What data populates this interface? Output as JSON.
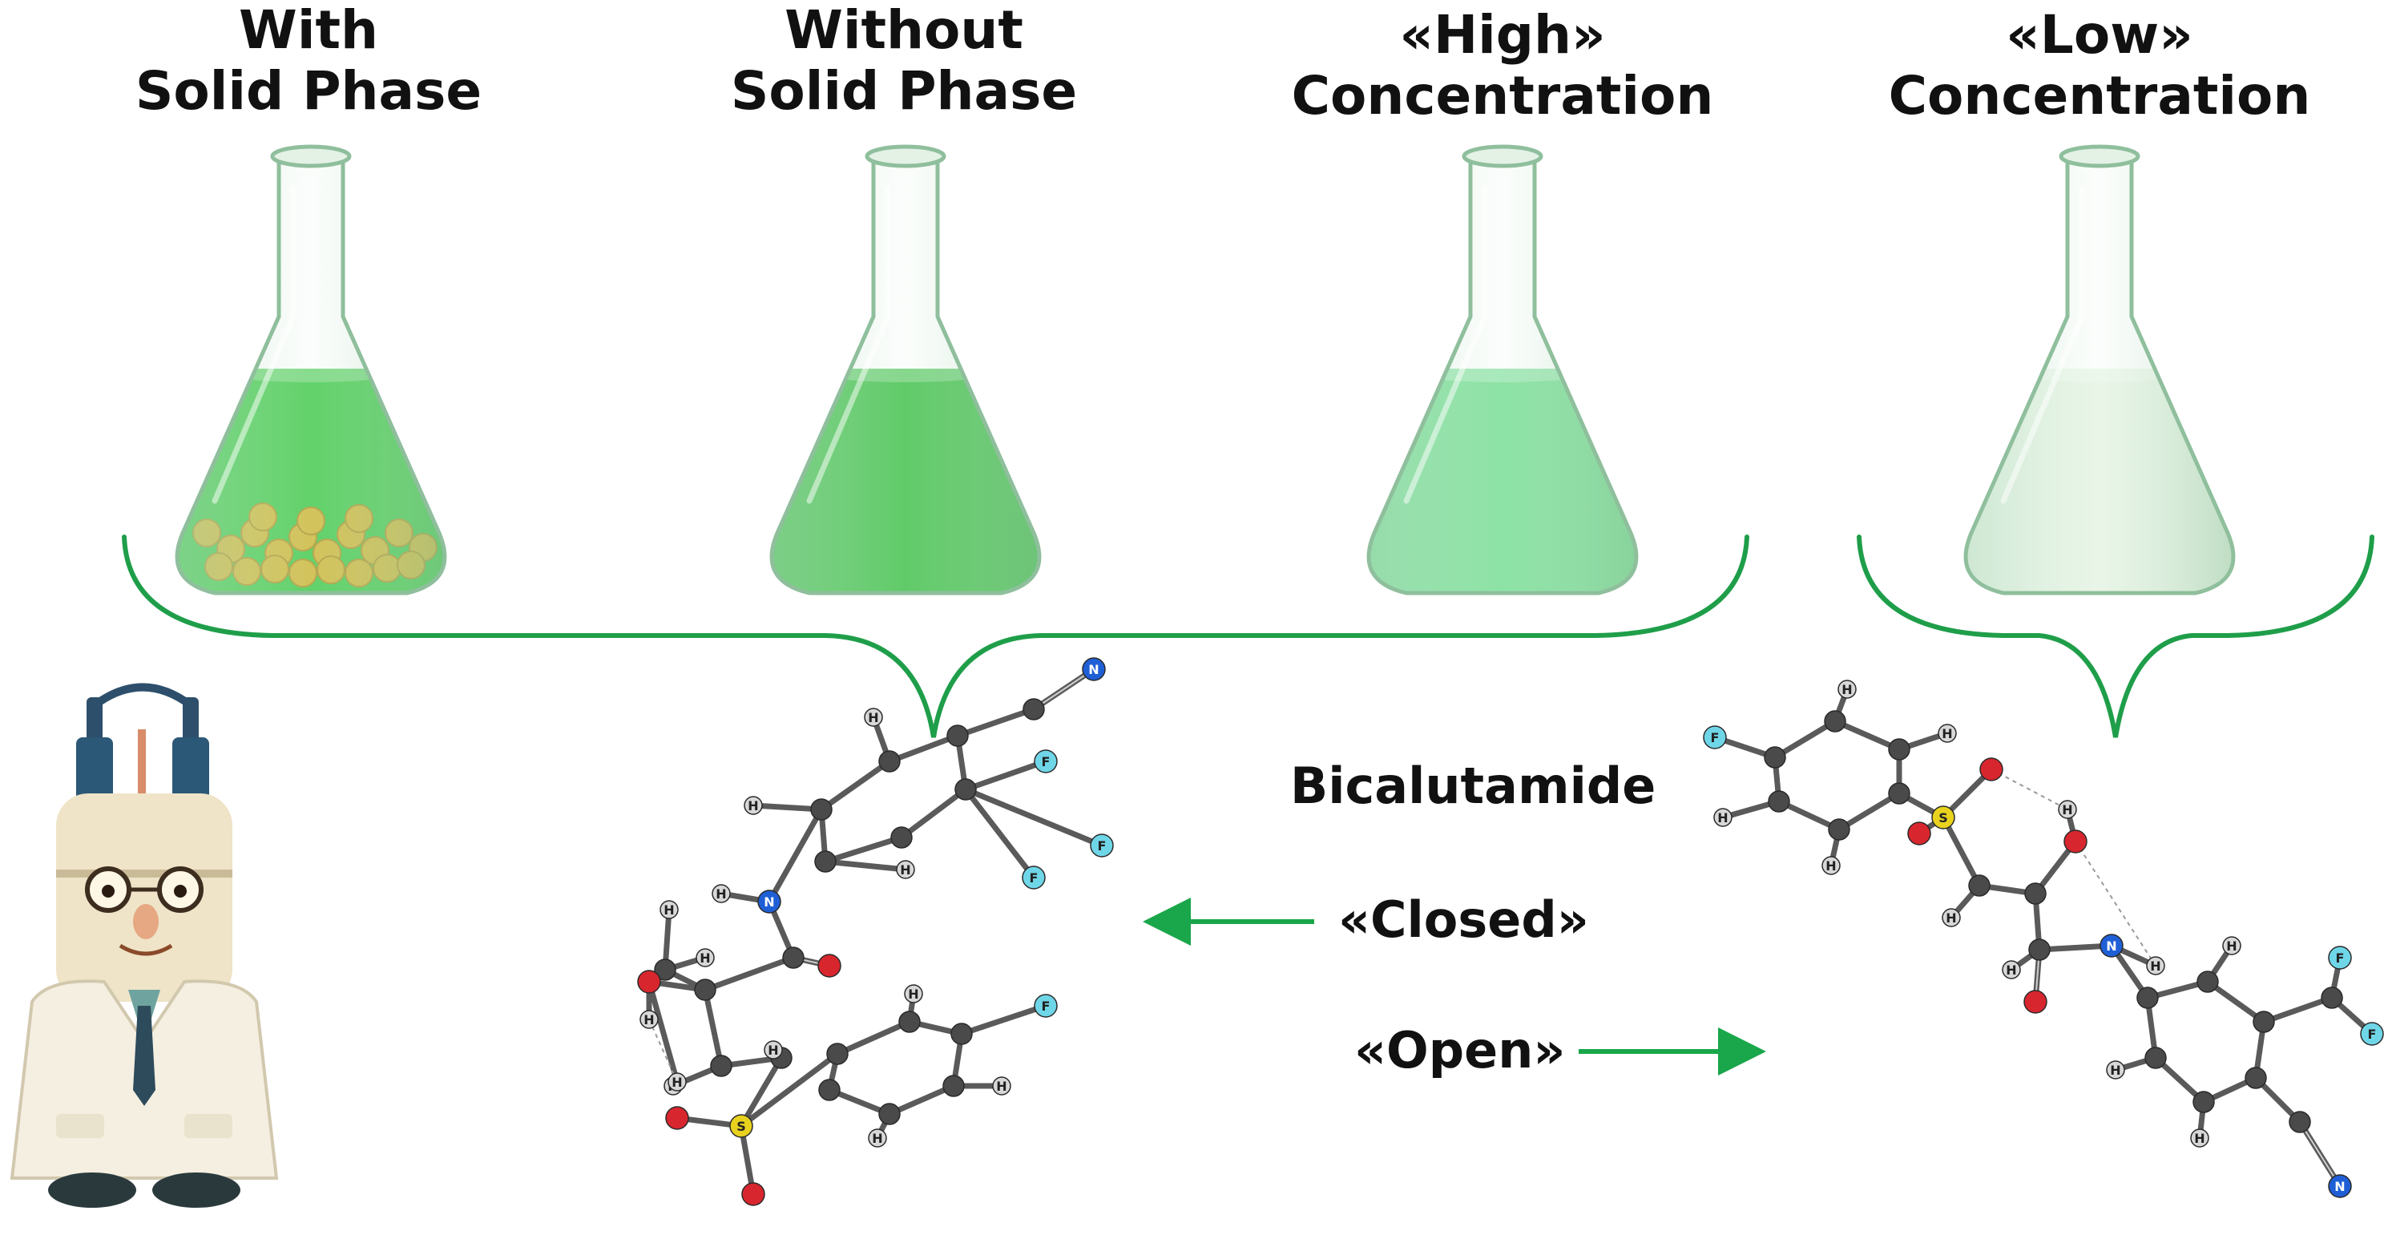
{
  "flasks": [
    {
      "title_line1": "With",
      "title_line2": "Solid Phase",
      "liquid_color": "#22c02c",
      "has_solid": true
    },
    {
      "title_line1": "Without",
      "title_line2": "Solid Phase",
      "liquid_color": "#1fb52a",
      "has_solid": false
    },
    {
      "title_line1": "«High»",
      "title_line2": "Concentration",
      "liquid_color": "#5fd882",
      "has_solid": false
    },
    {
      "title_line1": "«Low»",
      "title_line2": "Concentration",
      "liquid_color": "#e4f3e2",
      "has_solid": false
    }
  ],
  "molecule_name": "Bicalutamide",
  "closed_label": "«Closed»",
  "open_label": "«Open»",
  "atom_labels": {
    "H": "H",
    "N": "N",
    "F": "F",
    "S": "S"
  },
  "colors": {
    "bracket": "#1f9e4a",
    "arrow": "#1aa64a",
    "carbon": "#4a4a4a",
    "hydrogen": "#d8d8d8",
    "nitrogen": "#1f5fd6",
    "oxygen": "#d8262e",
    "fluorine": "#6fd6e8",
    "sulfur": "#e8d21e"
  }
}
